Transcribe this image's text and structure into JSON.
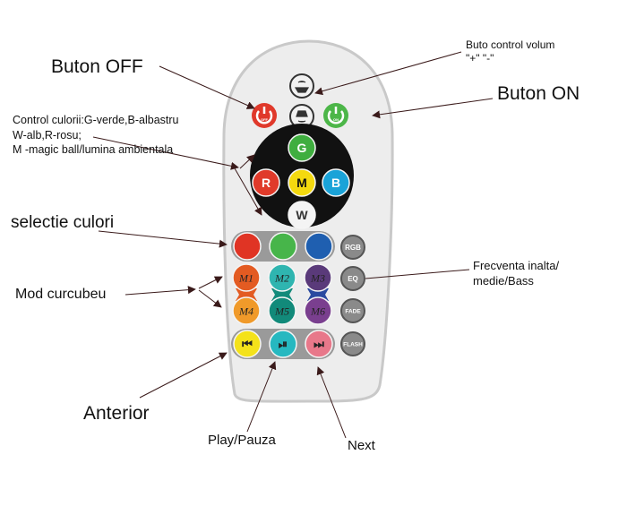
{
  "labels": {
    "off": "Buton OFF",
    "volume_line1": "Buto control volum",
    "volume_line2": "\"+\" \"-\"",
    "on": "Buton ON",
    "color_control_line1": "Control culorii:G-verde,B-albastru",
    "color_control_line2": "W-alb,R-rosu;",
    "color_control_line3": "M -magic ball/lumina ambientala",
    "color_select": "selectie culori",
    "rainbow_mode": "Mod curcubeu",
    "eq_line1": "Frecventa inalta/",
    "eq_line2": "medie/Bass",
    "previous": "Anterior",
    "play_pause": "Play/Pauza",
    "next": "Next"
  },
  "remote": {
    "off_text": "OFF",
    "on_text": "ON",
    "color_keys": [
      "G",
      "R",
      "M",
      "B",
      "W"
    ],
    "side_keys": [
      "RGB",
      "EQ",
      "FADE",
      "FLASH"
    ],
    "mode_keys": [
      "M1",
      "M2",
      "M3",
      "M4",
      "M5",
      "M6"
    ],
    "transport": [
      "⏮",
      "⏯",
      "⏭"
    ]
  },
  "colors": {
    "off": "#e0392b",
    "on": "#4cb648",
    "green": "#3fae3f",
    "red": "#e03a2a",
    "yellow": "#f4d90f",
    "blue": "#1aa3d8",
    "white": "#f4f4f4",
    "bar_red": "#e03424",
    "bar_green": "#47b54a",
    "bar_blue": "#1f5fb0",
    "m1": "#e35b22",
    "m2": "#2fb5b0",
    "m3": "#5a3a7a",
    "m4": "#f09a2a",
    "m5": "#128a7a",
    "m6": "#7a3f8f",
    "prev": "#f4e21a",
    "play": "#26b8c0",
    "next": "#e8788a"
  }
}
